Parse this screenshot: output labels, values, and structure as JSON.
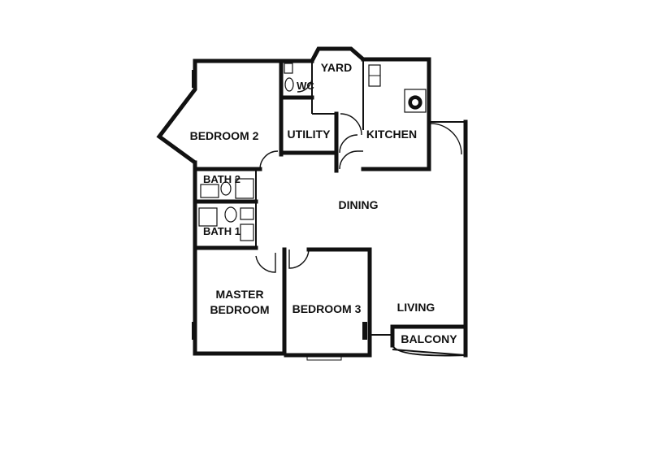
{
  "rooms": {
    "yard": "YARD",
    "wc": "WC",
    "bedroom2": "BEDROOM 2",
    "utility": "UTILITY",
    "kitchen": "KITCHEN",
    "bath2": "BATH 2",
    "dining": "DINING",
    "bath1": "BATH 1",
    "master_line1": "MASTER",
    "master_line2": "BEDROOM",
    "bedroom3": "BEDROOM 3",
    "living": "LIVING",
    "balcony": "BALCONY"
  }
}
